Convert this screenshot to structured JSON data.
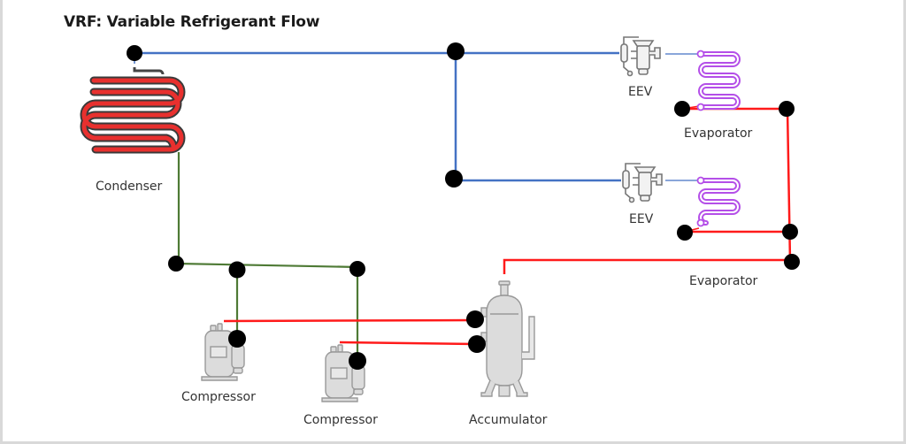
{
  "title": "VRF: Variable Refrigerant Flow",
  "colors": {
    "liquid_line": "#4472c4",
    "suction_line": "#ff0000",
    "discharge_line": "#4e7a35",
    "condenser_fill": "#e8302e",
    "evaporator_coil": "#b44fe8",
    "junction": "#000000",
    "component_gray": "#d9d9d9"
  },
  "components": {
    "condenser": {
      "label": "Condenser",
      "icon": "condenser-coil-icon"
    },
    "eev_1": {
      "label": "EEV",
      "icon": "expansion-valve-icon"
    },
    "eev_2": {
      "label": "EEV",
      "icon": "expansion-valve-icon"
    },
    "evaporator_1": {
      "label": "Evaporator",
      "icon": "evaporator-coil-icon"
    },
    "evaporator_2": {
      "label": "Evaporator",
      "icon": "evaporator-coil-icon"
    },
    "compressor_1": {
      "label": "Compressor",
      "icon": "compressor-icon"
    },
    "compressor_2": {
      "label": "Compressor",
      "icon": "compressor-icon"
    },
    "accumulator": {
      "label": "Accumulator",
      "icon": "accumulator-icon"
    }
  }
}
